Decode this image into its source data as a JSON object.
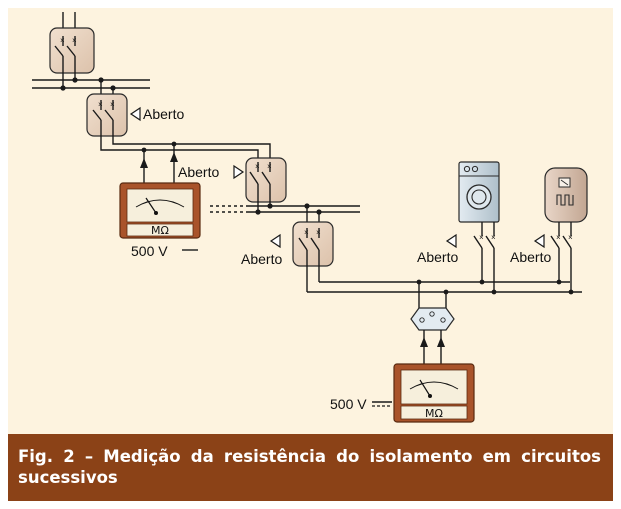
{
  "labels": {
    "open_top": "Aberto",
    "open_mid": "Aberto",
    "open_left": "Aberto",
    "open_wash": "Aberto",
    "open_heat": "Aberto",
    "volt_left": "500 V",
    "volt_right": "500 V",
    "meter_unit_left": "MΩ",
    "meter_unit_right": "MΩ"
  },
  "caption": "Fig. 2 – Medição da resistência do isolamento em circuitos sucessivos",
  "colors": {
    "panel_bg": "#fdf3df",
    "caption_bg": "#8b4217",
    "switch_box": "#ead5c2",
    "meter_frame": "#a9532a",
    "meter_face": "#f6efdc",
    "appliance": "#c9d6de"
  },
  "icons": [
    "switch-icon",
    "ohmmeter-icon",
    "washing-machine-icon",
    "water-heater-icon",
    "selector-switch-icon",
    "open-arrow-icon"
  ]
}
